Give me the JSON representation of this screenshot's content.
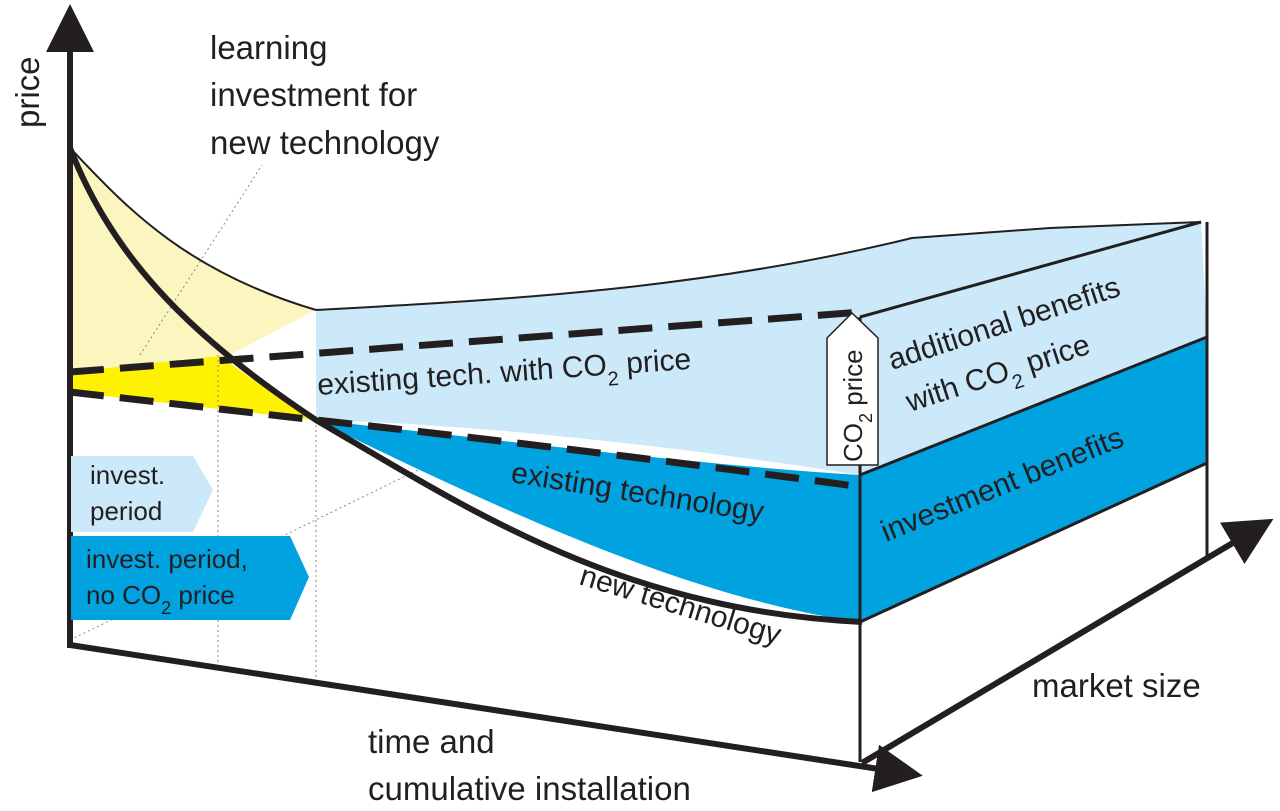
{
  "labels": {
    "y_axis": "price",
    "x_axis_line1": "time and",
    "x_axis_line2": "cumulative installation",
    "z_axis": "market size",
    "learning_line1": "learning",
    "learning_line2": "investment for",
    "learning_line3": "new technology",
    "existing_co2_main": "existing tech. with CO",
    "existing_co2_sub": "2",
    "existing_co2_tail": " price",
    "existing_tech": "existing technology",
    "new_tech": "new technology",
    "additional_line1": "additional benefits",
    "additional_line2_main": "with CO",
    "additional_line2_sub": "2",
    "additional_line2_tail": " price",
    "investment_benefits": "investment benefits",
    "co2_arrow_main": "CO",
    "co2_arrow_sub": "2",
    "co2_arrow_tail": " price",
    "invest_period_line1": "invest.",
    "invest_period_line2": "period",
    "invest_noco2_line1": "invest. period,",
    "invest_noco2_line2_main": "no CO",
    "invest_noco2_line2_sub": "2",
    "invest_noco2_line2_tail": " price"
  },
  "colors": {
    "light_blue": "#cce9f9",
    "mid_blue": "#00a3e0",
    "light_yellow": "#fbf5c0",
    "yellow": "#fff200",
    "line": "#231f20"
  }
}
